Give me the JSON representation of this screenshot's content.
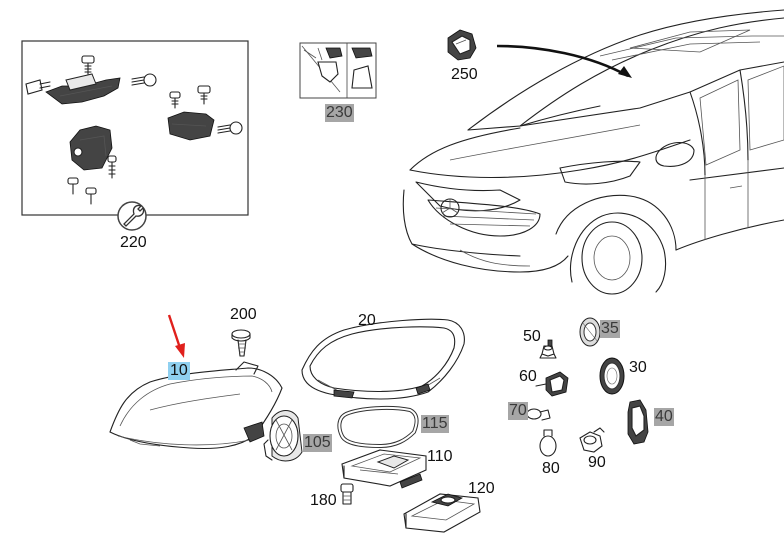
{
  "parts": {
    "p220": "220",
    "p230": "230",
    "p250": "250",
    "p200": "200",
    "p20": "20",
    "p10": "10",
    "p105": "105",
    "p115": "115",
    "p110": "110",
    "p180": "180",
    "p120": "120",
    "p50": "50",
    "p35": "35",
    "p60": "60",
    "p30": "30",
    "p70": "70",
    "p40": "40",
    "p80": "80",
    "p90": "90"
  },
  "selected_part": "10",
  "colors": {
    "selected_highlight": "#8fd0f0",
    "grey_label": "#a6a6a6",
    "arrow_red": "#e0201c"
  },
  "icons": {
    "callout_arrow": "red-arrow-icon",
    "tool_hint": "wrench-icon"
  }
}
